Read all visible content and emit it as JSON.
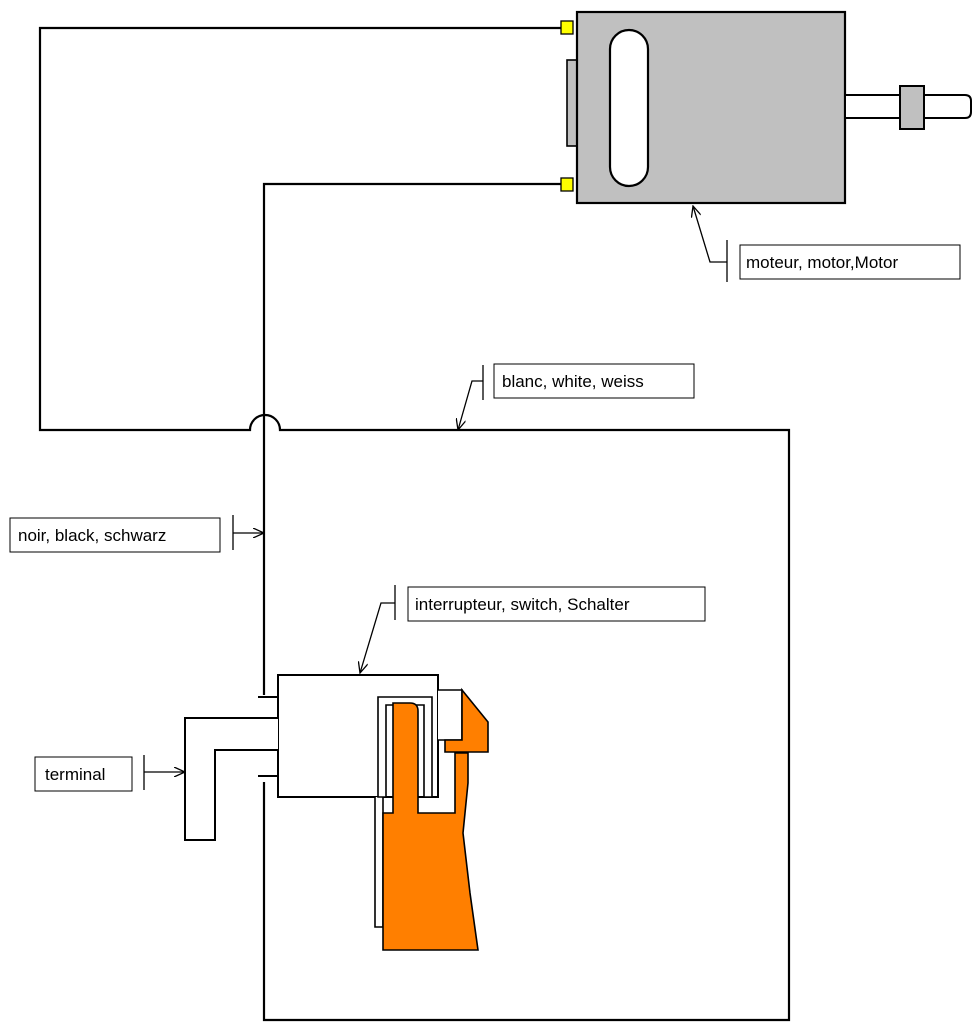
{
  "labels": {
    "motor": "moteur, motor,Motor",
    "white_wire": "blanc, white, weiss",
    "black_wire": "noir, black, schwarz",
    "switch": "interrupteur, switch, Schalter",
    "terminal": "terminal"
  },
  "colors": {
    "motor_body": "#c0c0c0",
    "motor_terminal": "#ffff00",
    "trigger": "#ff7f00",
    "wire": "#000000"
  }
}
